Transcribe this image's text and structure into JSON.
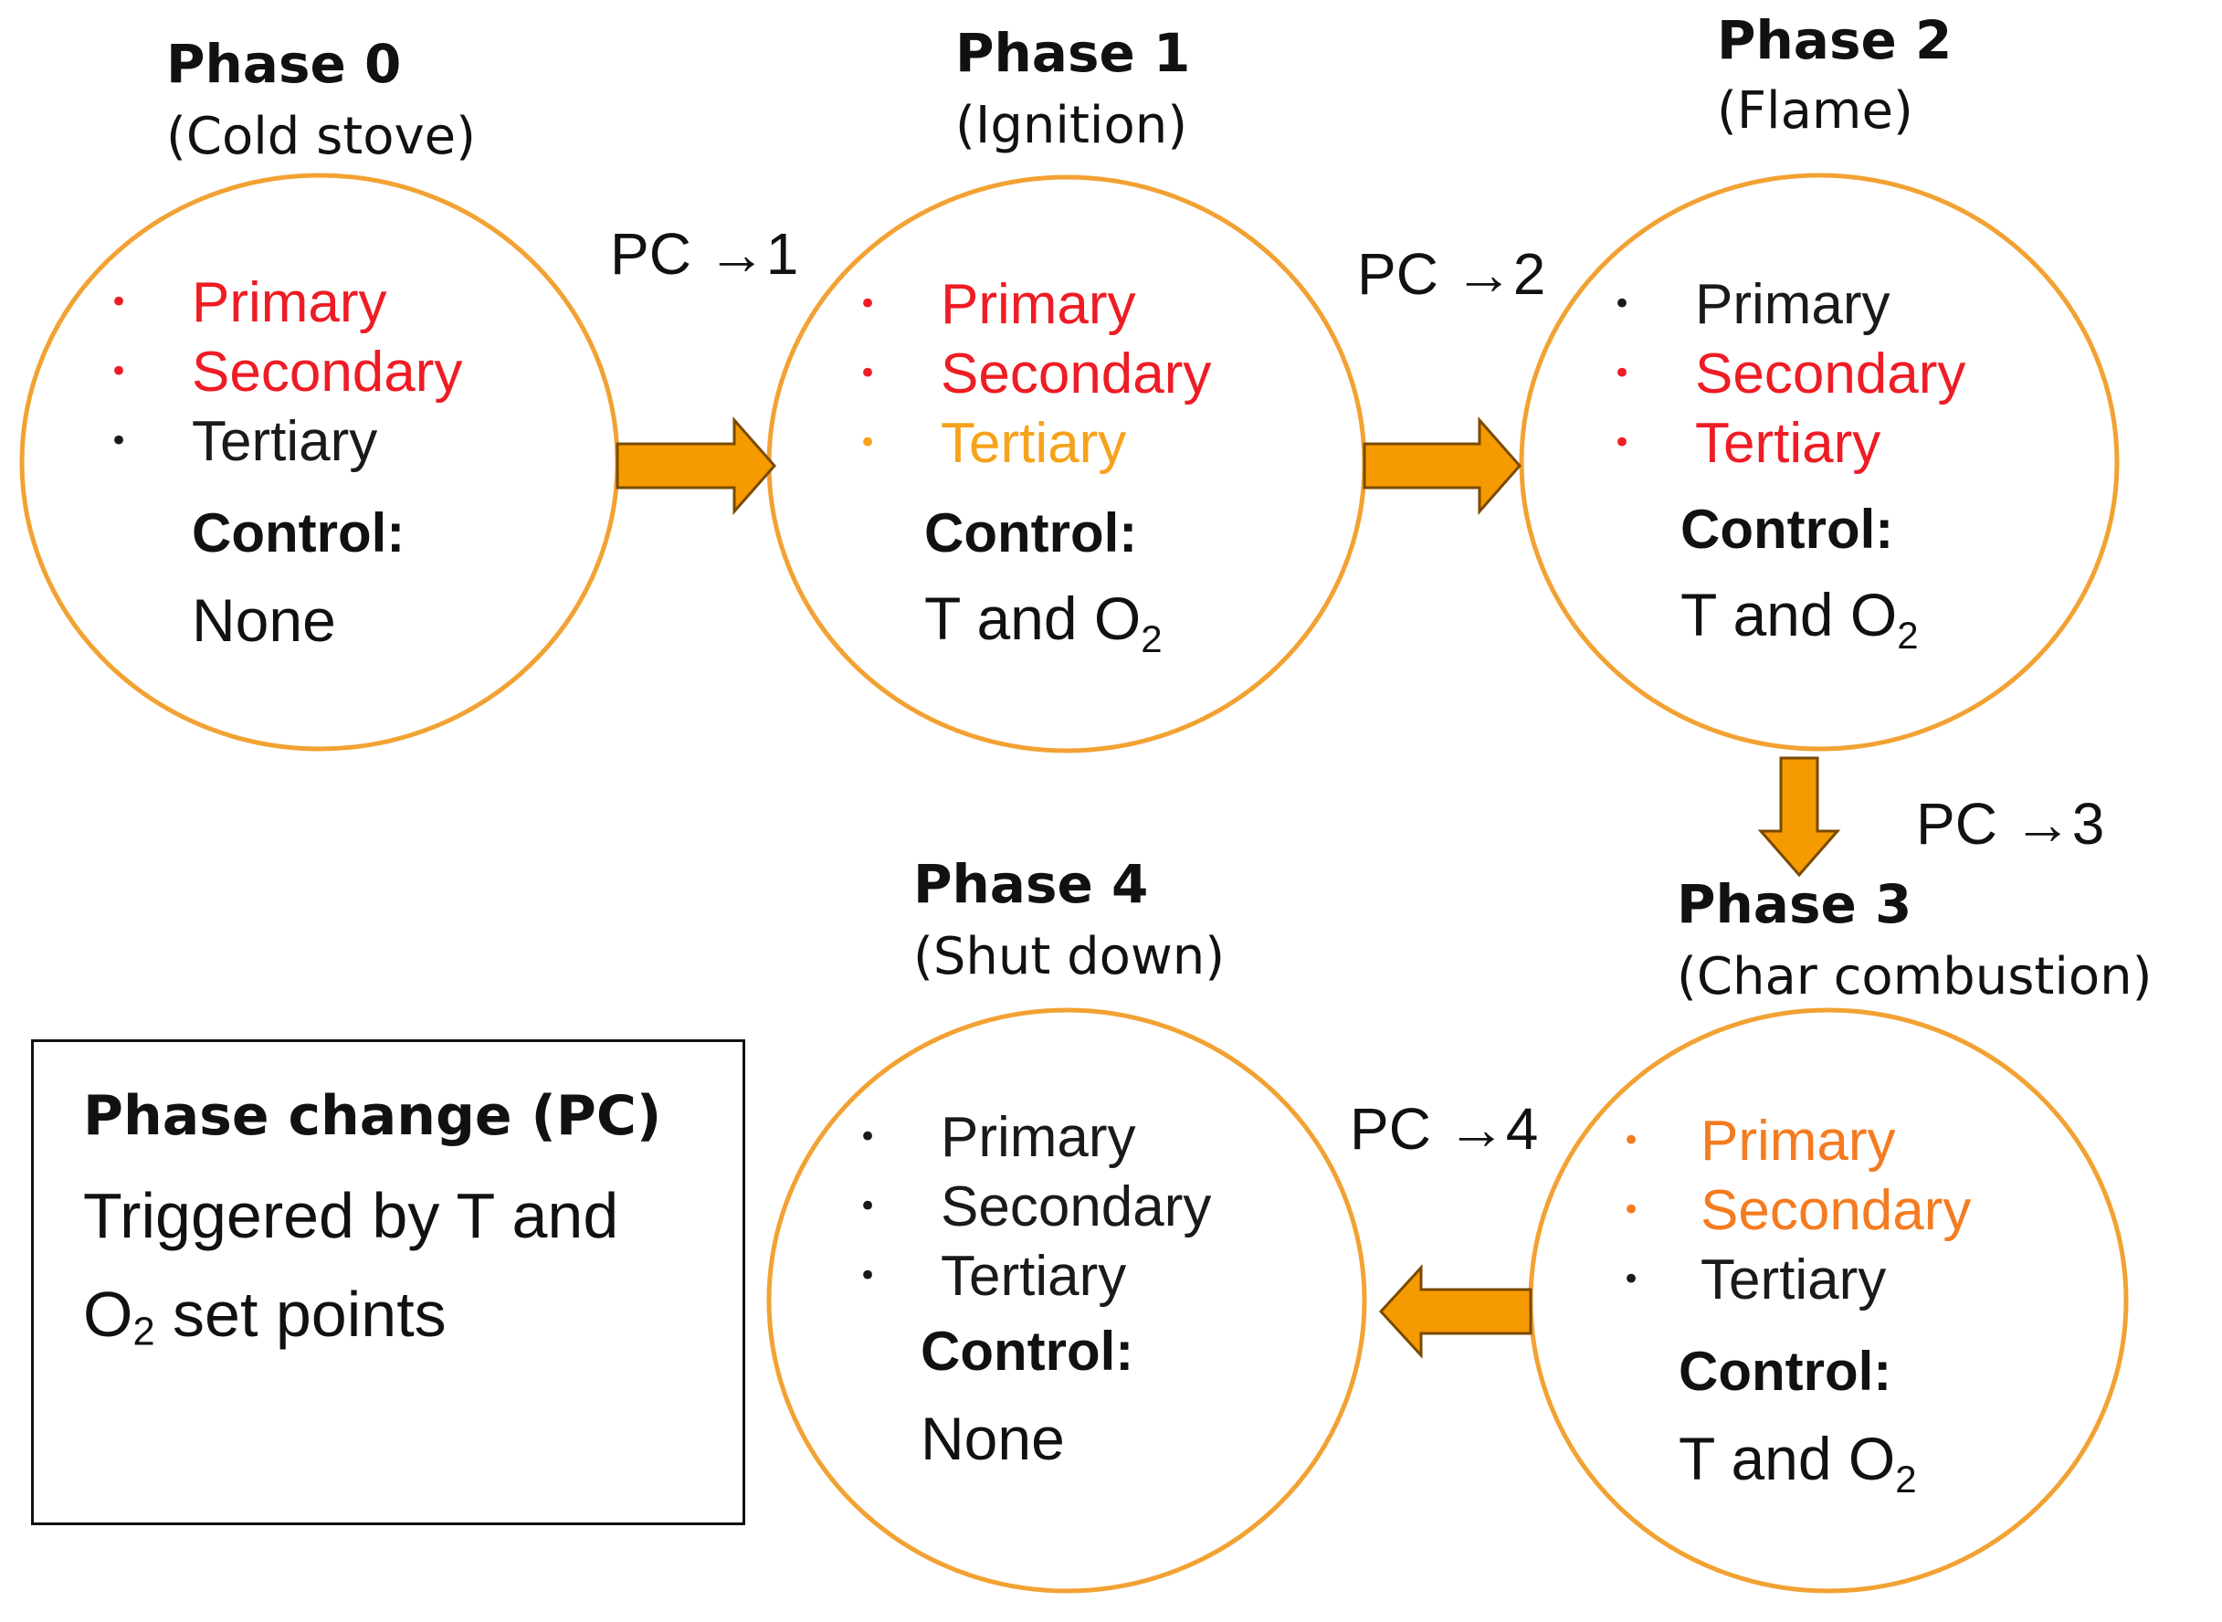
{
  "colors": {
    "ring": "#f2a233",
    "arrow_fill": "#f59a00",
    "arrow_stroke": "#7a4a00",
    "inactive": "#1a1a1a",
    "active_red": "#ee1c24",
    "active_orange": "#f47b20",
    "active_amber": "#f7a21b"
  },
  "phases": [
    {
      "title": "Phase 0",
      "subtitle": "(Cold stove)",
      "items": [
        {
          "label": "Primary",
          "state": "red"
        },
        {
          "label": "Secondary",
          "state": "red"
        },
        {
          "label": "Tertiary",
          "state": "off"
        }
      ],
      "control_label": "Control:",
      "control_value": "None"
    },
    {
      "title": "Phase 1",
      "subtitle": "(Ignition)",
      "items": [
        {
          "label": "Primary",
          "state": "red"
        },
        {
          "label": "Secondary",
          "state": "red"
        },
        {
          "label": "Tertiary",
          "state": "amber"
        }
      ],
      "control_label": "Control:",
      "control_value": "T and O",
      "control_sub": "2"
    },
    {
      "title": "Phase 2",
      "subtitle": "(Flame)",
      "items": [
        {
          "label": "Primary",
          "state": "off"
        },
        {
          "label": "Secondary",
          "state": "red"
        },
        {
          "label": "Tertiary",
          "state": "red"
        }
      ],
      "control_label": "Control:",
      "control_value": "T and O",
      "control_sub": "2"
    },
    {
      "title": "Phase 3",
      "subtitle": "(Char combustion)",
      "items": [
        {
          "label": "Primary",
          "state": "orange"
        },
        {
          "label": "Secondary",
          "state": "orange"
        },
        {
          "label": "Tertiary",
          "state": "off"
        }
      ],
      "control_label": "Control:",
      "control_value": "T and O",
      "control_sub": "2"
    },
    {
      "title": "Phase 4",
      "subtitle": "(Shut down)",
      "items": [
        {
          "label": "Primary",
          "state": "off"
        },
        {
          "label": "Secondary",
          "state": "off"
        },
        {
          "label": "Tertiary",
          "state": "off"
        }
      ],
      "control_label": "Control:",
      "control_value": "None"
    }
  ],
  "transitions": [
    {
      "label": "PC →1"
    },
    {
      "label": "PC →2"
    },
    {
      "label": "PC →3"
    },
    {
      "label": "PC →4"
    }
  ],
  "legend": {
    "title": "Phase change (PC)",
    "line1": "Triggered by T and",
    "line2_main": "O",
    "line2_sub": "2",
    "line2_rest": " set points"
  }
}
